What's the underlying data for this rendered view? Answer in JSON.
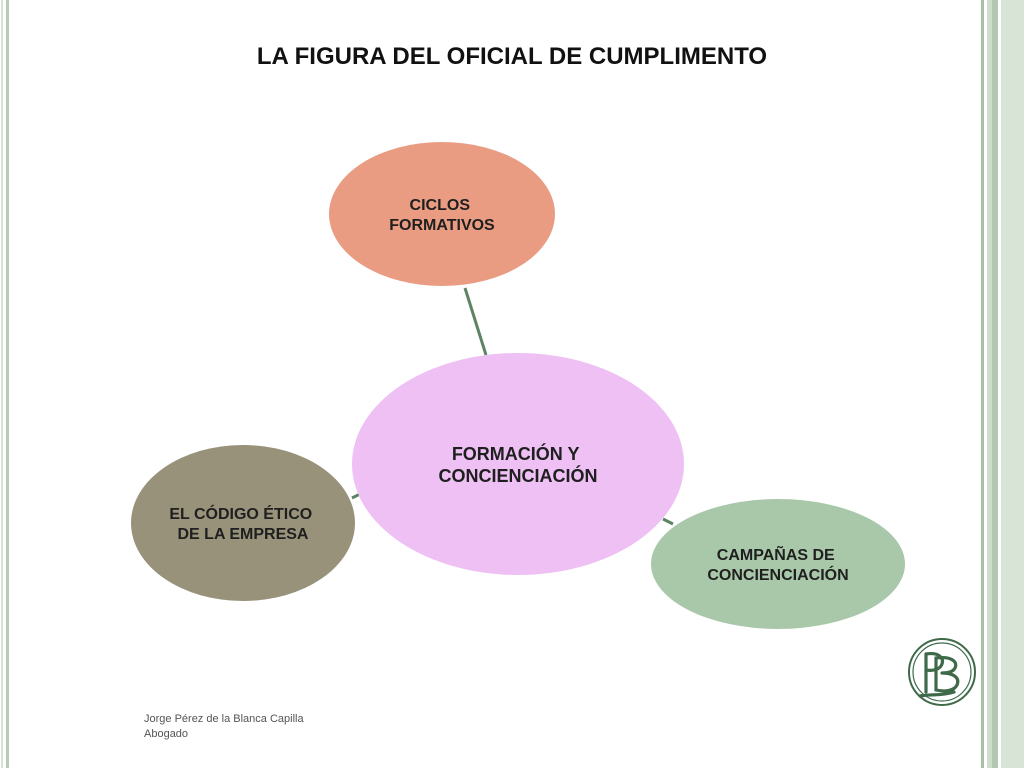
{
  "slide": {
    "title": "LA FIGURA DEL OFICIAL DE CUMPLIMENTO"
  },
  "diagram": {
    "center": {
      "lines": [
        "FORMACIÓN Y",
        "CONCIENCIACIÓN"
      ],
      "color": "#eec0f4"
    },
    "nodes": [
      {
        "id": "ciclos",
        "lines": [
          "CICLOS",
          "FORMATIVOS"
        ],
        "color": "#e99c82"
      },
      {
        "id": "codigo",
        "lines": [
          "EL CÓDIGO ÉTICO",
          "DE LA EMPRESA"
        ],
        "color": "#99927a"
      },
      {
        "id": "campanas",
        "lines": [
          "CAMPAÑAS DE",
          "CONCIENCIACIÓN"
        ],
        "color": "#a9c8aa"
      }
    ],
    "connector_color": "#5e8463"
  },
  "footer": {
    "author": "Jorge Pérez de la Blanca Capilla",
    "role": "Abogado"
  },
  "logo": {
    "icon": "pb-monogram-icon",
    "color": "#3e6a4a"
  }
}
